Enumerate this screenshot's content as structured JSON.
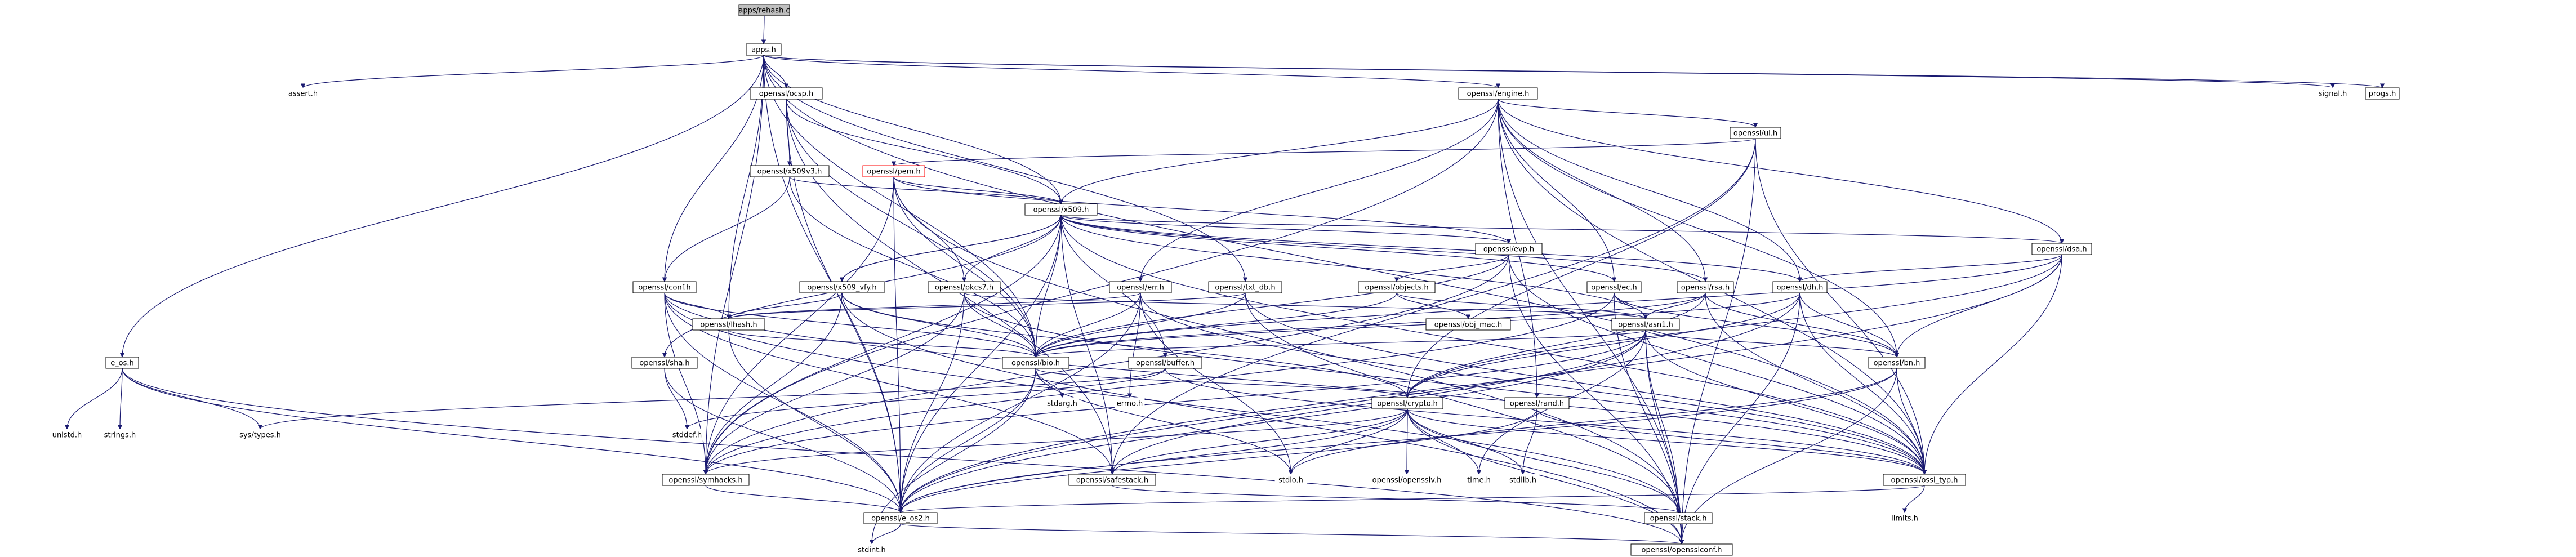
{
  "diagram": {
    "title": "apps/rehash.c",
    "nodes": [
      {
        "id": "root",
        "label": "apps/rehash.c",
        "style": "root"
      },
      {
        "id": "apps",
        "label": "apps.h",
        "style": "box"
      },
      {
        "id": "assert",
        "label": "assert.h",
        "style": "plain"
      },
      {
        "id": "signal",
        "label": "signal.h",
        "style": "plain"
      },
      {
        "id": "progs",
        "label": "progs.h",
        "style": "box"
      },
      {
        "id": "ocsp",
        "label": "openssl/ocsp.h",
        "style": "box"
      },
      {
        "id": "engine",
        "label": "openssl/engine.h",
        "style": "box"
      },
      {
        "id": "ui",
        "label": "openssl/ui.h",
        "style": "box"
      },
      {
        "id": "x509v3",
        "label": "openssl/x509v3.h",
        "style": "box"
      },
      {
        "id": "pem",
        "label": "openssl/pem.h",
        "style": "red"
      },
      {
        "id": "x509",
        "label": "openssl/x509.h",
        "style": "box"
      },
      {
        "id": "evp",
        "label": "openssl/evp.h",
        "style": "box"
      },
      {
        "id": "dsa",
        "label": "openssl/dsa.h",
        "style": "box"
      },
      {
        "id": "conf",
        "label": "openssl/conf.h",
        "style": "box"
      },
      {
        "id": "x509vfy",
        "label": "openssl/x509_vfy.h",
        "style": "box"
      },
      {
        "id": "pkcs7",
        "label": "openssl/pkcs7.h",
        "style": "box"
      },
      {
        "id": "err",
        "label": "openssl/err.h",
        "style": "box"
      },
      {
        "id": "txtdb",
        "label": "openssl/txt_db.h",
        "style": "box"
      },
      {
        "id": "objects",
        "label": "openssl/objects.h",
        "style": "box"
      },
      {
        "id": "ec",
        "label": "openssl/ec.h",
        "style": "box"
      },
      {
        "id": "rsa",
        "label": "openssl/rsa.h",
        "style": "box"
      },
      {
        "id": "dh",
        "label": "openssl/dh.h",
        "style": "box"
      },
      {
        "id": "lhash",
        "label": "openssl/lhash.h",
        "style": "box"
      },
      {
        "id": "objmac",
        "label": "openssl/obj_mac.h",
        "style": "box"
      },
      {
        "id": "asn1",
        "label": "openssl/asn1.h",
        "style": "box"
      },
      {
        "id": "sha",
        "label": "openssl/sha.h",
        "style": "box"
      },
      {
        "id": "bio",
        "label": "openssl/bio.h",
        "style": "box"
      },
      {
        "id": "buffer",
        "label": "openssl/buffer.h",
        "style": "box"
      },
      {
        "id": "bn",
        "label": "openssl/bn.h",
        "style": "box"
      },
      {
        "id": "eos",
        "label": "e_os.h",
        "style": "box"
      },
      {
        "id": "rand",
        "label": "openssl/rand.h",
        "style": "box"
      },
      {
        "id": "crypto",
        "label": "openssl/crypto.h",
        "style": "box"
      },
      {
        "id": "errno",
        "label": "errno.h",
        "style": "plain"
      },
      {
        "id": "stdarg",
        "label": "stdarg.h",
        "style": "plain"
      },
      {
        "id": "unistd",
        "label": "unistd.h",
        "style": "plain"
      },
      {
        "id": "strings",
        "label": "strings.h",
        "style": "plain"
      },
      {
        "id": "systypes",
        "label": "sys/types.h",
        "style": "plain"
      },
      {
        "id": "stddef",
        "label": "stddef.h",
        "style": "plain"
      },
      {
        "id": "stdio",
        "label": "stdio.h",
        "style": "plain"
      },
      {
        "id": "opensslv",
        "label": "openssl/opensslv.h",
        "style": "plain"
      },
      {
        "id": "time",
        "label": "time.h",
        "style": "plain"
      },
      {
        "id": "stdlib",
        "label": "stdlib.h",
        "style": "plain"
      },
      {
        "id": "symhacks",
        "label": "openssl/symhacks.h",
        "style": "box"
      },
      {
        "id": "safestack",
        "label": "openssl/safestack.h",
        "style": "box"
      },
      {
        "id": "ossltyp",
        "label": "openssl/ossl_typ.h",
        "style": "box"
      },
      {
        "id": "eossl",
        "label": "openssl/e_os2.h",
        "style": "box"
      },
      {
        "id": "stack",
        "label": "openssl/stack.h",
        "style": "box"
      },
      {
        "id": "limits",
        "label": "limits.h",
        "style": "plain"
      },
      {
        "id": "stdint",
        "label": "stdint.h",
        "style": "plain"
      },
      {
        "id": "opensslconf",
        "label": "openssl/opensslconf.h",
        "style": "box"
      }
    ],
    "edges": [
      [
        "root",
        "apps"
      ],
      [
        "apps",
        "assert"
      ],
      [
        "apps",
        "signal"
      ],
      [
        "apps",
        "progs"
      ],
      [
        "apps",
        "ocsp"
      ],
      [
        "apps",
        "engine"
      ],
      [
        "apps",
        "conf"
      ],
      [
        "apps",
        "txtdb"
      ],
      [
        "apps",
        "x509"
      ],
      [
        "apps",
        "lhash"
      ],
      [
        "apps",
        "bio"
      ],
      [
        "apps",
        "eos"
      ],
      [
        "apps",
        "symhacks"
      ],
      [
        "apps",
        "eossl"
      ],
      [
        "apps",
        "ossltyp"
      ],
      [
        "ocsp",
        "x509"
      ],
      [
        "ocsp",
        "x509v3"
      ],
      [
        "ocsp",
        "bio"
      ],
      [
        "ocsp",
        "safestack"
      ],
      [
        "ocsp",
        "eossl"
      ],
      [
        "engine",
        "ui"
      ],
      [
        "engine",
        "x509"
      ],
      [
        "engine",
        "dsa"
      ],
      [
        "engine",
        "rsa"
      ],
      [
        "engine",
        "dh"
      ],
      [
        "engine",
        "ec"
      ],
      [
        "engine",
        "err"
      ],
      [
        "engine",
        "bn"
      ],
      [
        "engine",
        "rand"
      ],
      [
        "engine",
        "ossltyp"
      ],
      [
        "engine",
        "symhacks"
      ],
      [
        "engine",
        "opensslconf"
      ],
      [
        "ui",
        "pem"
      ],
      [
        "ui",
        "crypto"
      ],
      [
        "ui",
        "safestack"
      ],
      [
        "ui",
        "ossltyp"
      ],
      [
        "ui",
        "opensslconf"
      ],
      [
        "x509v3",
        "x509"
      ],
      [
        "x509v3",
        "conf"
      ],
      [
        "x509v3",
        "bio"
      ],
      [
        "pem",
        "x509"
      ],
      [
        "pem",
        "evp"
      ],
      [
        "pem",
        "pkcs7"
      ],
      [
        "pem",
        "symhacks"
      ],
      [
        "pem",
        "eossl"
      ],
      [
        "pem",
        "stack"
      ],
      [
        "pem",
        "bio"
      ],
      [
        "x509",
        "evp"
      ],
      [
        "x509",
        "dsa"
      ],
      [
        "x509",
        "rsa"
      ],
      [
        "x509",
        "dh"
      ],
      [
        "x509",
        "ec"
      ],
      [
        "x509",
        "x509vfy"
      ],
      [
        "x509",
        "pkcs7"
      ],
      [
        "x509",
        "sha"
      ],
      [
        "x509",
        "buffer"
      ],
      [
        "x509",
        "bio"
      ],
      [
        "x509",
        "asn1"
      ],
      [
        "x509",
        "symhacks"
      ],
      [
        "x509",
        "safestack"
      ],
      [
        "x509",
        "ossltyp"
      ],
      [
        "x509",
        "eossl"
      ],
      [
        "evp",
        "objects"
      ],
      [
        "evp",
        "bio"
      ],
      [
        "evp",
        "symhacks"
      ],
      [
        "evp",
        "ossltyp"
      ],
      [
        "evp",
        "opensslconf"
      ],
      [
        "dsa",
        "dh"
      ],
      [
        "dsa",
        "bn"
      ],
      [
        "dsa",
        "crypto"
      ],
      [
        "dsa",
        "bio"
      ],
      [
        "dsa",
        "ossltyp"
      ],
      [
        "dsa",
        "eossl"
      ],
      [
        "conf",
        "lhash"
      ],
      [
        "conf",
        "bio"
      ],
      [
        "conf",
        "stack"
      ],
      [
        "conf",
        "safestack"
      ],
      [
        "conf",
        "ossltyp"
      ],
      [
        "conf",
        "eossl"
      ],
      [
        "conf",
        "symhacks"
      ],
      [
        "x509vfy",
        "x509"
      ],
      [
        "x509vfy",
        "lhash"
      ],
      [
        "x509vfy",
        "bio"
      ],
      [
        "x509vfy",
        "crypto"
      ],
      [
        "x509vfy",
        "symhacks"
      ],
      [
        "x509vfy",
        "opensslconf"
      ],
      [
        "pkcs7",
        "asn1"
      ],
      [
        "pkcs7",
        "bio"
      ],
      [
        "pkcs7",
        "symhacks"
      ],
      [
        "pkcs7",
        "ossltyp"
      ],
      [
        "pkcs7",
        "eossl"
      ],
      [
        "err",
        "lhash"
      ],
      [
        "err",
        "bio"
      ],
      [
        "err",
        "errno"
      ],
      [
        "err",
        "stdio"
      ],
      [
        "err",
        "eossl"
      ],
      [
        "err",
        "ossltyp"
      ],
      [
        "txtdb",
        "lhash"
      ],
      [
        "txtdb",
        "bio"
      ],
      [
        "txtdb",
        "stack"
      ],
      [
        "txtdb",
        "ossltyp"
      ],
      [
        "objects",
        "objmac"
      ],
      [
        "objects",
        "asn1"
      ],
      [
        "objects",
        "bio"
      ],
      [
        "ec",
        "asn1"
      ],
      [
        "ec",
        "bn"
      ],
      [
        "ec",
        "symhacks"
      ],
      [
        "ec",
        "opensslconf"
      ],
      [
        "rsa",
        "asn1"
      ],
      [
        "rsa",
        "bn"
      ],
      [
        "rsa",
        "crypto"
      ],
      [
        "rsa",
        "bio"
      ],
      [
        "rsa",
        "ossltyp"
      ],
      [
        "dh",
        "bn"
      ],
      [
        "dh",
        "bio"
      ],
      [
        "dh",
        "ossltyp"
      ],
      [
        "dh",
        "eossl"
      ],
      [
        "dh",
        "opensslconf"
      ],
      [
        "dh",
        "crypto"
      ],
      [
        "lhash",
        "bio"
      ],
      [
        "lhash",
        "eossl"
      ],
      [
        "asn1",
        "bio"
      ],
      [
        "asn1",
        "bn"
      ],
      [
        "asn1",
        "safestack"
      ],
      [
        "asn1",
        "symhacks"
      ],
      [
        "asn1",
        "stack"
      ],
      [
        "asn1",
        "ossltyp"
      ],
      [
        "asn1",
        "eossl"
      ],
      [
        "asn1",
        "time"
      ],
      [
        "asn1",
        "opensslconf"
      ],
      [
        "sha",
        "stddef"
      ],
      [
        "sha",
        "eossl"
      ],
      [
        "bio",
        "crypto"
      ],
      [
        "bio",
        "stdarg"
      ],
      [
        "bio",
        "stdio"
      ],
      [
        "bio",
        "eossl"
      ],
      [
        "bio",
        "stdint"
      ],
      [
        "buffer",
        "stddef"
      ],
      [
        "buffer",
        "systypes"
      ],
      [
        "buffer",
        "ossltyp"
      ],
      [
        "bn",
        "ossltyp"
      ],
      [
        "bn",
        "eossl"
      ],
      [
        "bn",
        "opensslconf"
      ],
      [
        "bn",
        "stdio"
      ],
      [
        "eos",
        "unistd"
      ],
      [
        "eos",
        "strings"
      ],
      [
        "eos",
        "systypes"
      ],
      [
        "eos",
        "eossl"
      ],
      [
        "eos",
        "opensslconf"
      ],
      [
        "rand",
        "stdlib"
      ],
      [
        "rand",
        "ossltyp"
      ],
      [
        "rand",
        "eossl"
      ],
      [
        "crypto",
        "stdlib"
      ],
      [
        "crypto",
        "stack"
      ],
      [
        "crypto",
        "safestack"
      ],
      [
        "crypto",
        "opensslv"
      ],
      [
        "crypto",
        "ossltyp"
      ],
      [
        "crypto",
        "symhacks"
      ],
      [
        "crypto",
        "eossl"
      ],
      [
        "crypto",
        "opensslconf"
      ],
      [
        "crypto",
        "stdio"
      ],
      [
        "crypto",
        "time"
      ],
      [
        "safestack",
        "stack"
      ],
      [
        "ossltyp",
        "eossl"
      ],
      [
        "ossltyp",
        "limits"
      ],
      [
        "eossl",
        "opensslconf"
      ],
      [
        "eossl",
        "stdint"
      ],
      [
        "symhacks",
        "eossl"
      ]
    ]
  }
}
